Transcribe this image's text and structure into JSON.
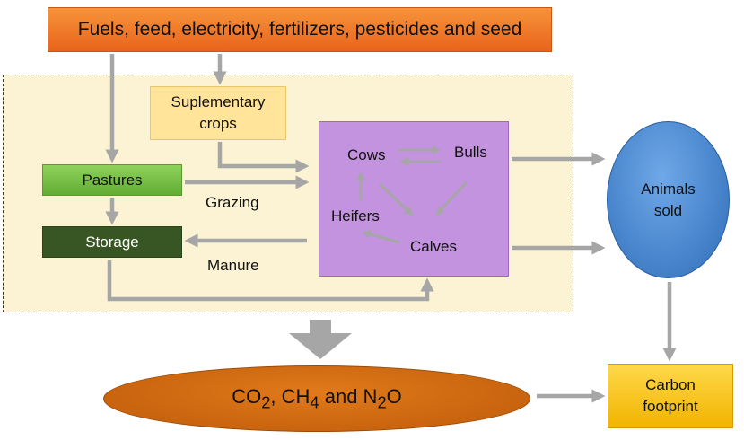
{
  "inputs": "Fuels, feed, electricity, fertilizers, pesticides and seed",
  "supplementary_crops": {
    "line1": "Suplementary",
    "line2": "crops"
  },
  "pastures": "Pastures",
  "storage": "Storage",
  "grazing": "Grazing",
  "manure": "Manure",
  "herd": {
    "cows": "Cows",
    "bulls": "Bulls",
    "heifers": "Heifers",
    "calves": "Calves"
  },
  "animals_sold": {
    "line1": "Animals",
    "line2": "sold"
  },
  "gases": {
    "co": "CO",
    "sub_2a": "2",
    "sep1": ", CH",
    "sub_4": "4",
    "sep2": " and N",
    "sub_2b": "2",
    "o": "O"
  },
  "carbon_footprint": {
    "line1": "Carbon",
    "line2": "footprint"
  },
  "colors": {
    "inputs": "#ee7a2a",
    "supplementary_crops": "#ffe49a",
    "pastures": "#72bd45",
    "storage": "#375623",
    "herd": "#c393e0",
    "animals_sold": "#4a8bd6",
    "gases": "#d16a12",
    "carbon_footprint": "#fbc71a",
    "arrow": "#a6a6a6",
    "region": "#fcf3d4"
  }
}
